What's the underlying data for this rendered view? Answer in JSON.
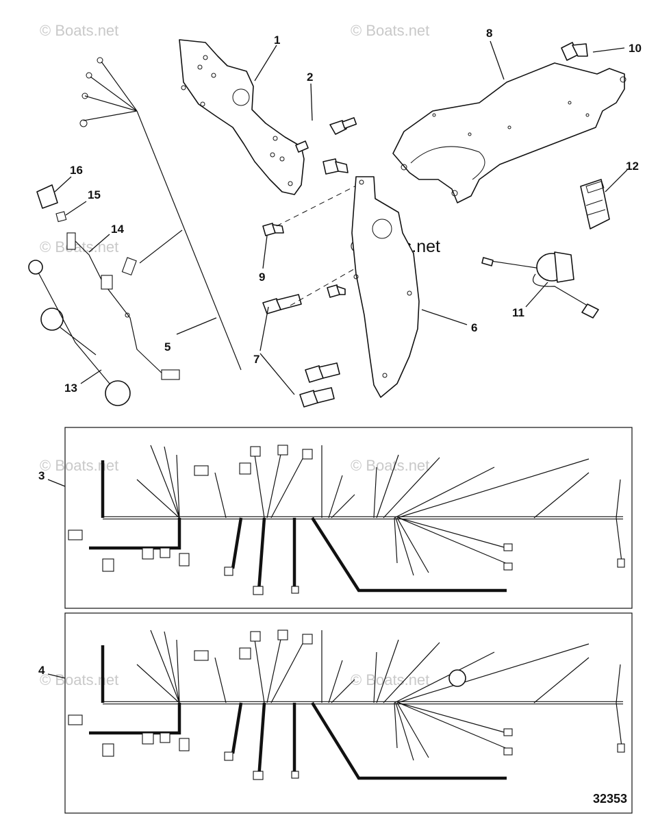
{
  "watermark": "© Boats.net",
  "figure_number": "32353",
  "callouts": {
    "c1": "1",
    "c2": "2",
    "c3": "3",
    "c4": "4",
    "c5": "5",
    "c6": "6",
    "c7": "7",
    "c8": "8",
    "c9": "9",
    "c10": "10",
    "c11": "11",
    "c12": "12",
    "c13": "13",
    "c14": "14",
    "c15": "15",
    "c16": "16"
  }
}
